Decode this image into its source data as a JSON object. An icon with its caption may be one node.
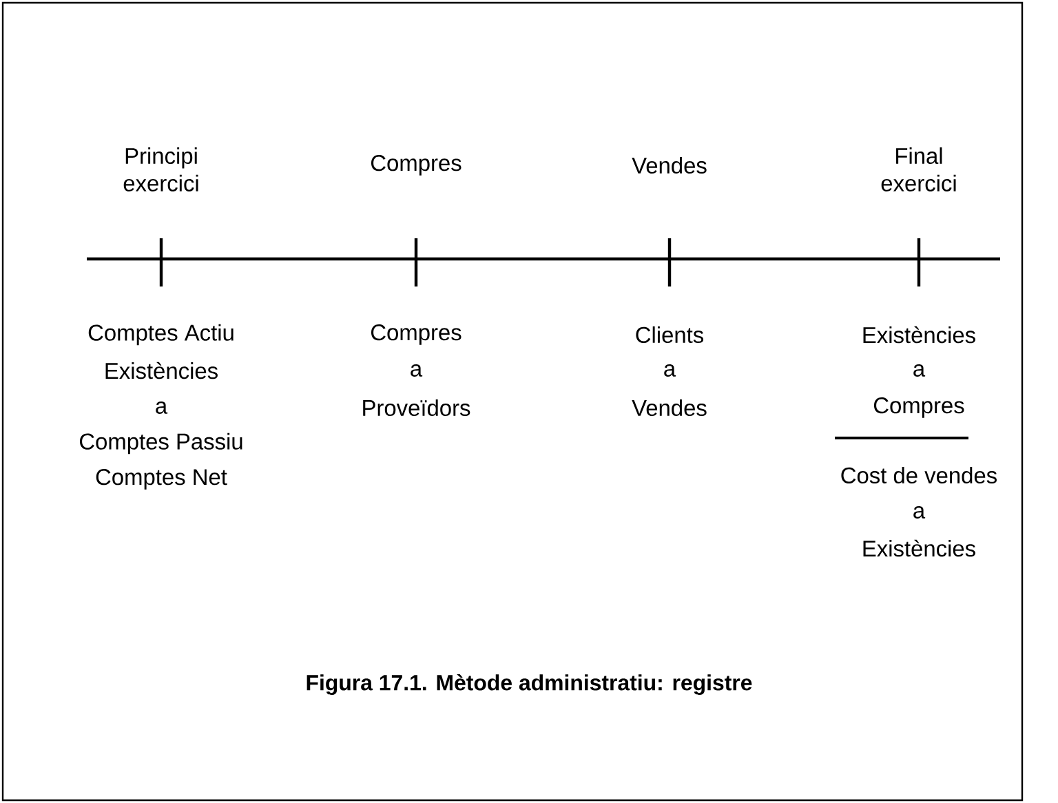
{
  "diagram": {
    "caption": "Figura 17.1. Mètode administratiu: registre",
    "labels": [
      "Principi exercici",
      "Compres",
      "Vendes",
      "Final exercici",
      "Comptes Actiu",
      "Existències",
      "a",
      "Comptes Passiu",
      "Comptes Net",
      "Compres",
      "a",
      "Proveïdors",
      "Clients",
      "a",
      "Vendes",
      "Existències",
      "a",
      "Compres",
      "Cost de vendes",
      "a",
      "Existències"
    ]
  }
}
